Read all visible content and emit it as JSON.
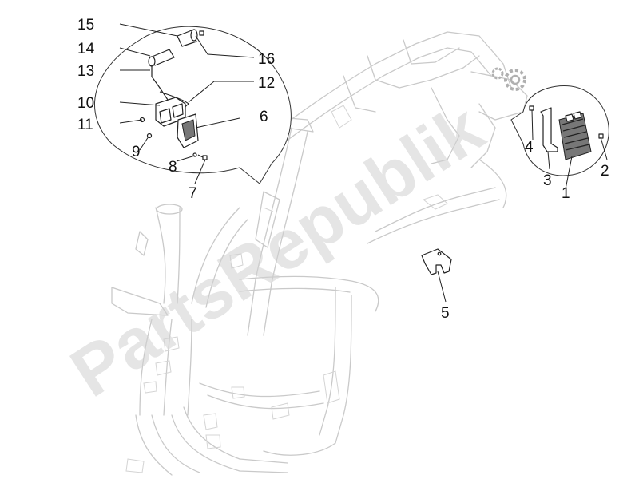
{
  "watermark": {
    "text": "PartsRepublik"
  },
  "callouts": [
    {
      "id": "1",
      "label": "1"
    },
    {
      "id": "2",
      "label": "2"
    },
    {
      "id": "3",
      "label": "3"
    },
    {
      "id": "4",
      "label": "4"
    },
    {
      "id": "5",
      "label": "5"
    },
    {
      "id": "6",
      "label": "6"
    },
    {
      "id": "7",
      "label": "7"
    },
    {
      "id": "8",
      "label": "8"
    },
    {
      "id": "9",
      "label": "9"
    },
    {
      "id": "10",
      "label": "10"
    },
    {
      "id": "11",
      "label": "11"
    },
    {
      "id": "12",
      "label": "12"
    },
    {
      "id": "13",
      "label": "13"
    },
    {
      "id": "14",
      "label": "14"
    },
    {
      "id": "15",
      "label": "15"
    },
    {
      "id": "16",
      "label": "16"
    }
  ],
  "icons": {
    "logo": "gear-cluster-icon"
  }
}
